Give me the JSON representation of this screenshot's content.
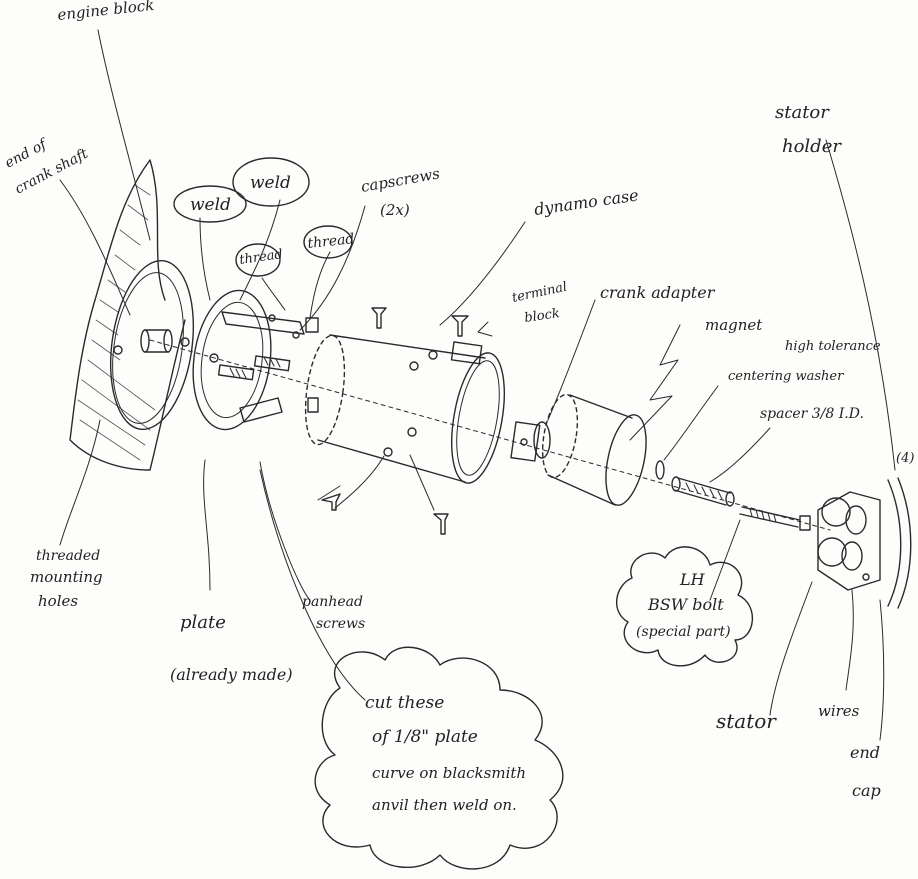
{
  "labels": {
    "engine_block": "engine block",
    "end_of": "end of",
    "crank_shaft": "crank shaft",
    "weld_1": "weld",
    "weld_2": "weld",
    "thread_1": "thread",
    "thread_2": "thread",
    "capscrews": "capscrews",
    "capscrews_count": "(2x)",
    "dynamo_case": "dynamo case",
    "terminal": "terminal",
    "block": "block",
    "crank_adapter": "crank adapter",
    "magnet": "magnet",
    "high_tolerance": "high tolerance",
    "centering_washer": "centering washer",
    "spacer": "spacer 3/8 I.D.",
    "stator_1": "stator",
    "holder": "holder",
    "threaded": "threaded",
    "mounting": "mounting",
    "holes": "holes",
    "plate": "plate",
    "already_made": "(already made)",
    "panhead": "panhead",
    "screws": "screws",
    "cloud_1_line1": "cut these",
    "cloud_1_line2": "of 1/8\" plate",
    "cloud_1_line3": "curve on blacksmith",
    "cloud_1_line4": "anvil then weld on.",
    "cloud_2_line1": "LH",
    "cloud_2_line2": "BSW bolt",
    "cloud_2_line3": "(special part)",
    "stator_2": "stator",
    "wires": "wires",
    "end": "end",
    "cap": "cap",
    "side_note": "(4)"
  }
}
